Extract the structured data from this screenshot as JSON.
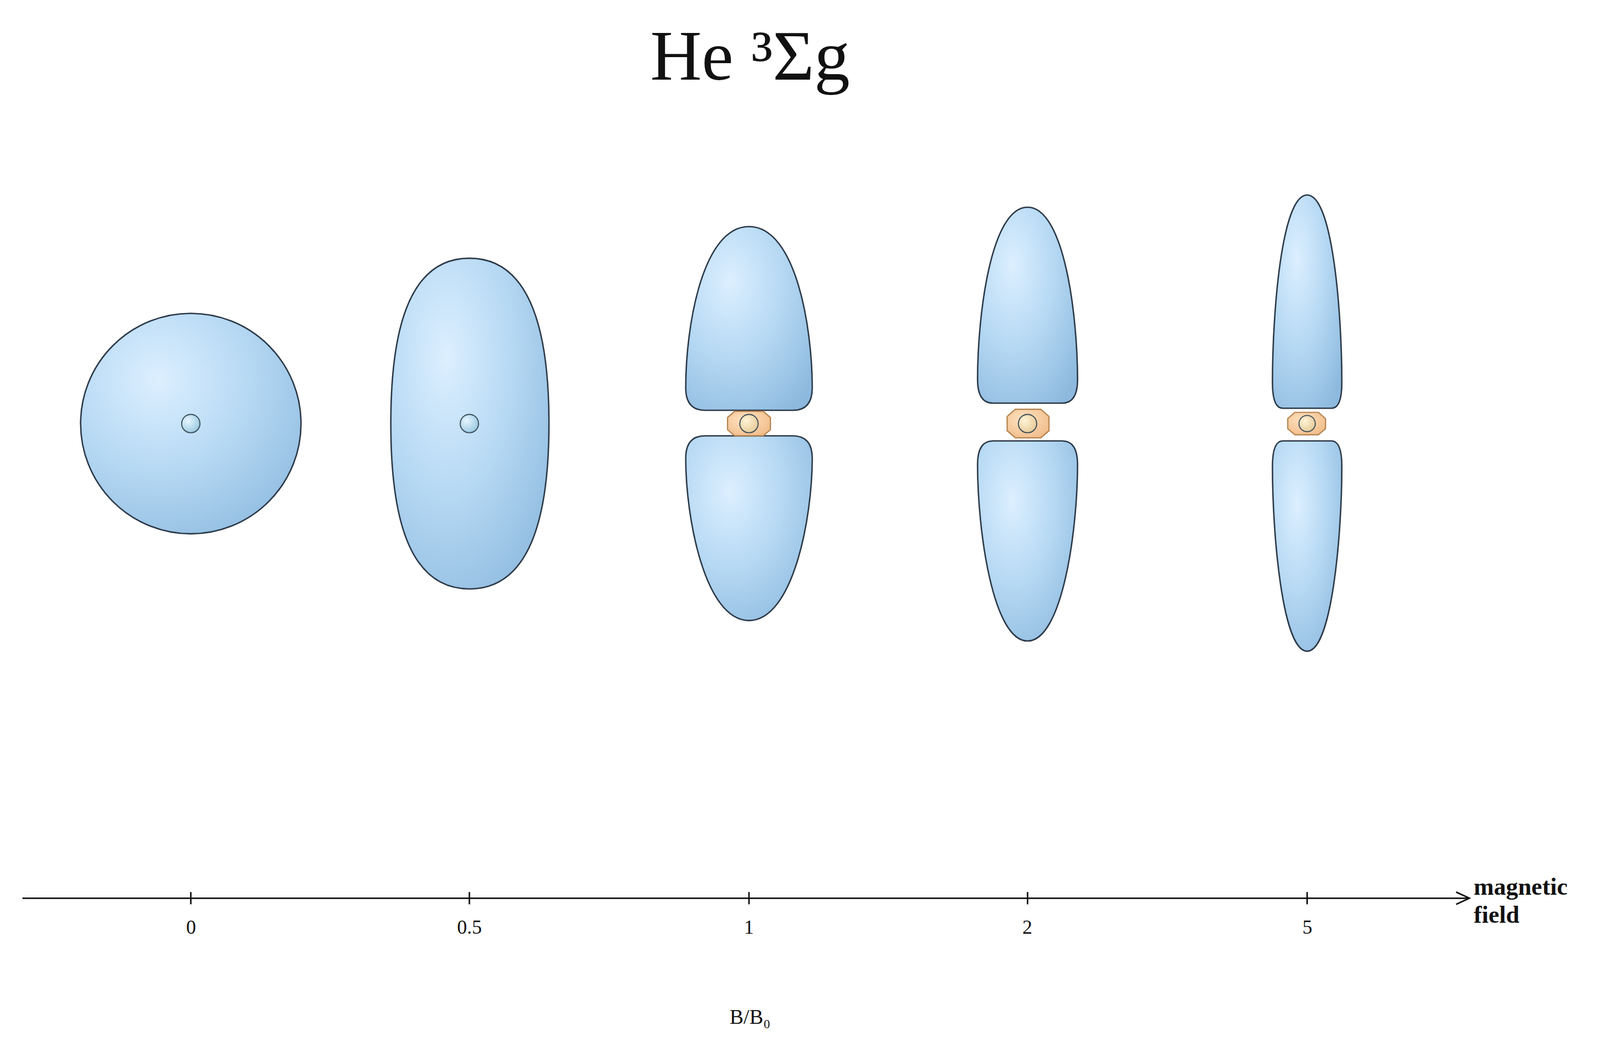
{
  "diagram": {
    "title": "He ³Σg",
    "labels": [
      "0",
      "0.5",
      "1",
      "2",
      "5",
      "magnetic field",
      "B/B₀"
    ]
  }
}
